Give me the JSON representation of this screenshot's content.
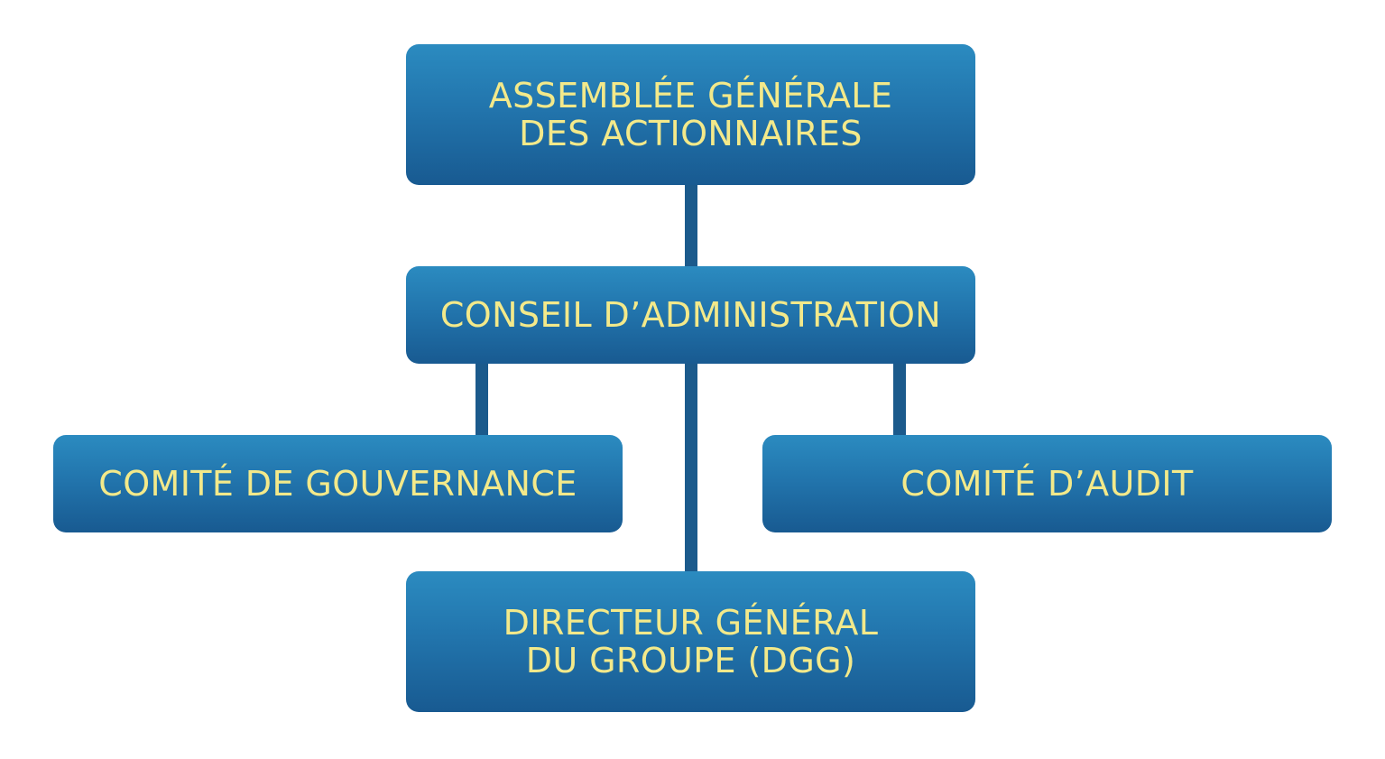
{
  "org_chart": {
    "assemblee": {
      "lines": [
        "ASSEMBLÉE GÉNÉRALE",
        "DES ACTIONNAIRES"
      ]
    },
    "conseil": {
      "lines": [
        "CONSEIL D’ADMINISTRATION"
      ]
    },
    "comite_gouvernance": {
      "lines": [
        "COMITÉ DE GOUVERNANCE"
      ]
    },
    "comite_audit": {
      "lines": [
        "COMITÉ D’AUDIT"
      ]
    },
    "directeur": {
      "lines": [
        "DIRECTEUR GÉNÉRAL",
        "DU GROUPE (DGG)"
      ]
    }
  },
  "colors": {
    "box_top": "#2b8bc0",
    "box_bottom": "#185a91",
    "text": "#f3e98a",
    "connector": "#1b5a8c",
    "background": "#ffffff"
  }
}
